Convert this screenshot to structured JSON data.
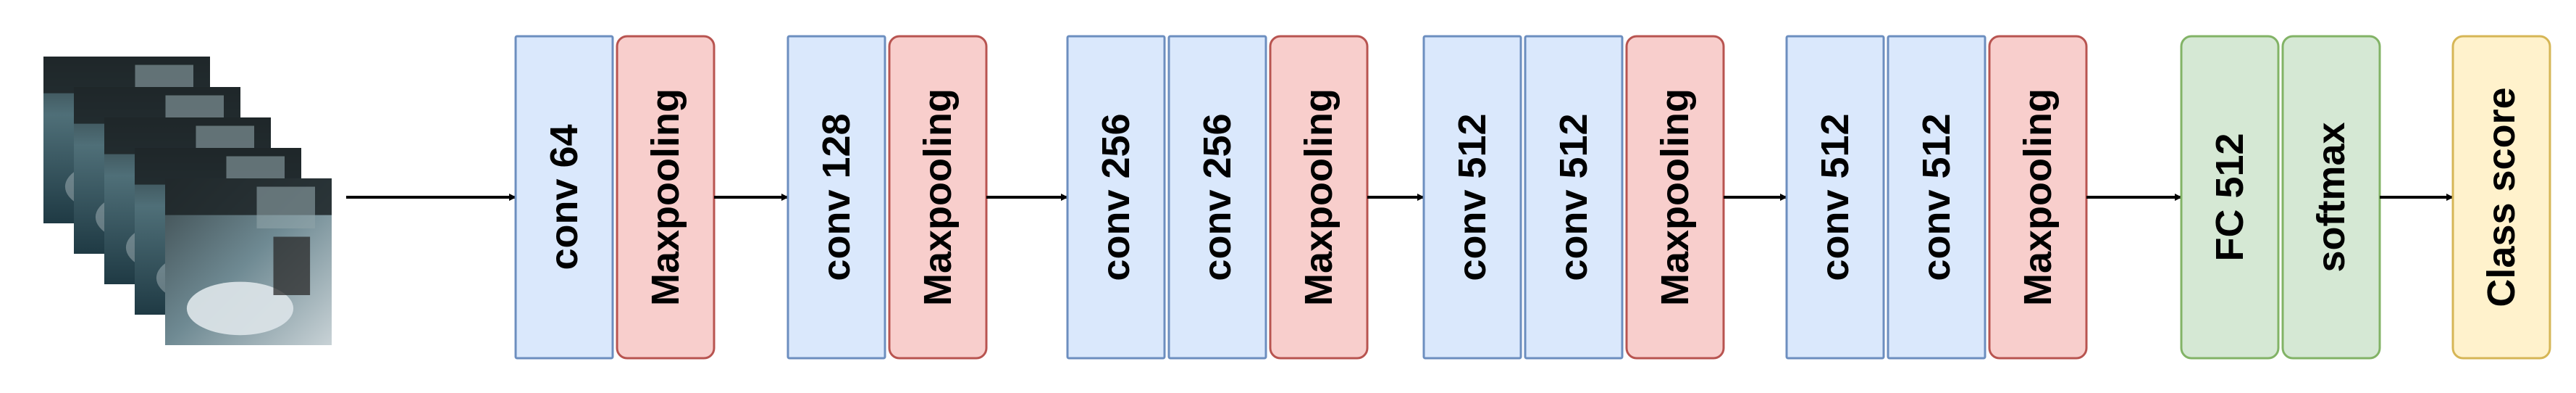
{
  "colors": {
    "conv_fill": "#dae8fc",
    "conv_stroke": "#6c8ebf",
    "pool_fill": "#f8cecc",
    "pool_stroke": "#b85450",
    "fc_fill": "#d5e8d4",
    "fc_stroke": "#82b366",
    "out_fill": "#fff2cc",
    "out_stroke": "#d6b656",
    "arrow": "#000000"
  },
  "input": {
    "frames": 5,
    "description_icon": "video-frames-stack"
  },
  "blocks": [
    {
      "layers": [
        {
          "type": "conv",
          "label": "conv 64"
        },
        {
          "type": "pool",
          "label": "Maxpooling"
        }
      ]
    },
    {
      "layers": [
        {
          "type": "conv",
          "label": "conv 128"
        },
        {
          "type": "pool",
          "label": "Maxpooling"
        }
      ]
    },
    {
      "layers": [
        {
          "type": "conv",
          "label": "conv 256"
        },
        {
          "type": "conv",
          "label": "conv 256"
        },
        {
          "type": "pool",
          "label": "Maxpooling"
        }
      ]
    },
    {
      "layers": [
        {
          "type": "conv",
          "label": "conv 512"
        },
        {
          "type": "conv",
          "label": "conv 512"
        },
        {
          "type": "pool",
          "label": "Maxpooling"
        }
      ]
    },
    {
      "layers": [
        {
          "type": "conv",
          "label": "conv 512"
        },
        {
          "type": "conv",
          "label": "conv 512"
        },
        {
          "type": "pool",
          "label": "Maxpooling"
        }
      ]
    },
    {
      "layers": [
        {
          "type": "fc",
          "label": "FC 512"
        },
        {
          "type": "fc",
          "label": "softmax"
        }
      ]
    },
    {
      "layers": [
        {
          "type": "out",
          "label": "Class score"
        }
      ]
    }
  ]
}
